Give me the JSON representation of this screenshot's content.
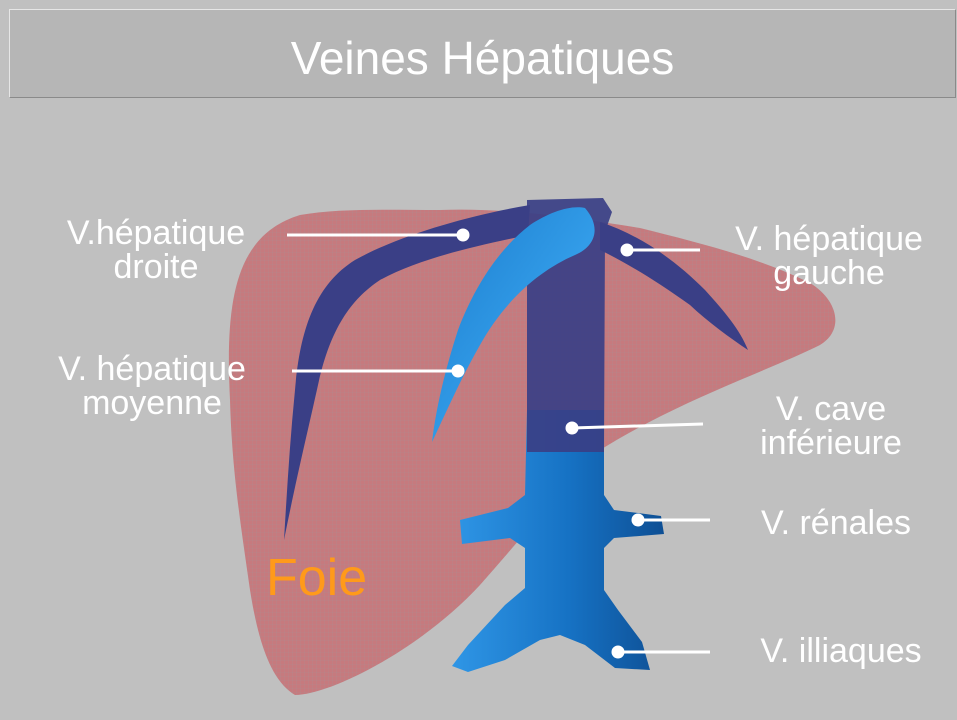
{
  "title": "Veines Hépatiques",
  "labels": {
    "hepatic_right": {
      "line1": "V.hépatique",
      "line2": "droite"
    },
    "hepatic_left": {
      "line1": "V. hépatique",
      "line2": "gauche"
    },
    "hepatic_middle": {
      "line1": "V. hépatique",
      "line2": "moyenne"
    },
    "vena_cava": {
      "line1": "V. cave",
      "line2": "inférieure"
    },
    "renal": "V. rénales",
    "iliac": "V. illiaques",
    "liver": "Foie"
  },
  "colors": {
    "background": "#c0c0c0",
    "liver": "#c67a7e",
    "vein_dark": "#3a3f86",
    "vein_blue": "#1a7fd0",
    "vein_light": "#2fa7f0",
    "foie_text": "#ff9a1a",
    "leader": "#ffffff"
  }
}
